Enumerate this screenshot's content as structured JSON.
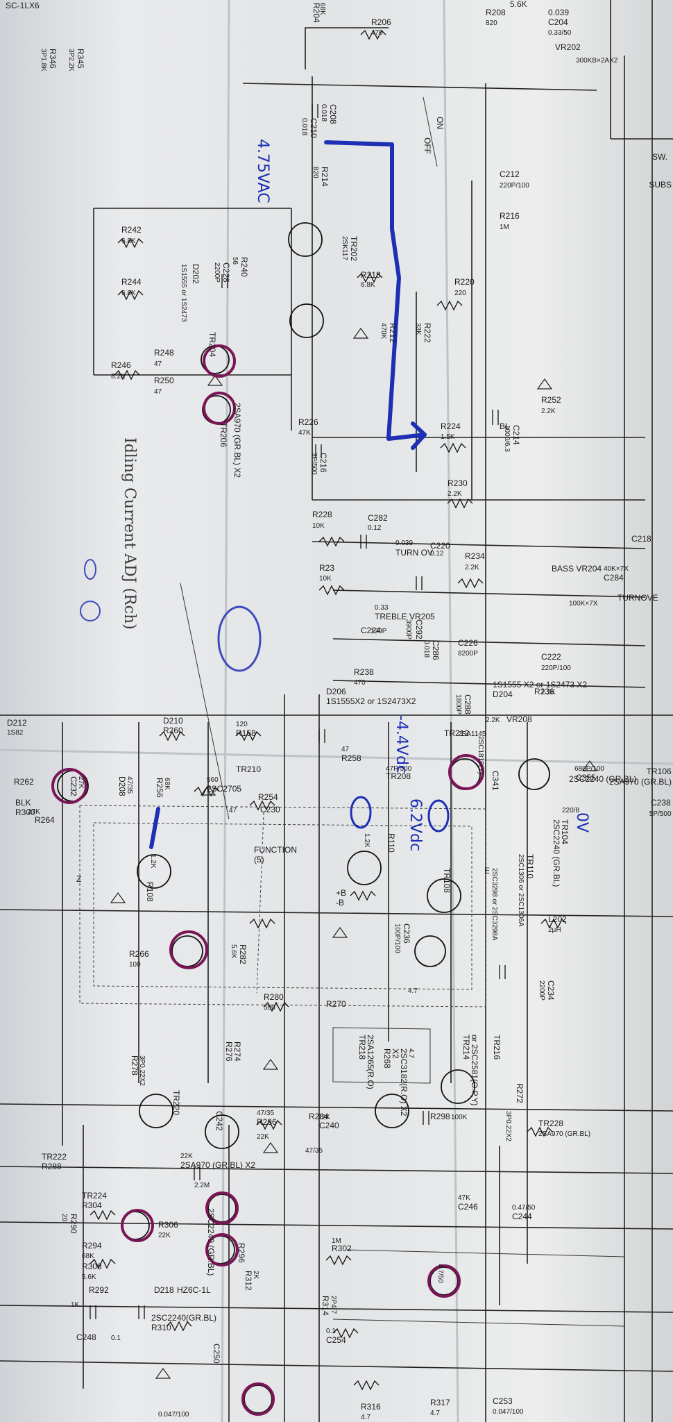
{
  "labels": [
    {
      "name": "part-sc-1lx6",
      "text": "SC-1LX6"
    },
    {
      "name": "part-r204",
      "text": "R204"
    },
    {
      "name": "part-r204-val",
      "text": "68K"
    },
    {
      "name": "part-r206",
      "text": "R206"
    },
    {
      "name": "part-r206-val",
      "text": "470"
    },
    {
      "name": "part-r208",
      "text": "R208"
    },
    {
      "name": "part-r208-val",
      "text": "820"
    },
    {
      "name": "part-56k",
      "text": "5.6K"
    },
    {
      "name": "part-0039",
      "text": "0.039"
    },
    {
      "name": "part-c204",
      "text": "C204"
    },
    {
      "name": "part-c204-val",
      "text": "0.33/50"
    },
    {
      "name": "part-vr202",
      "text": "VR202"
    },
    {
      "name": "part-vr202-val",
      "text": "300KB×2AX2"
    },
    {
      "name": "part-r345",
      "text": "R345"
    },
    {
      "name": "part-r345-val",
      "text": "3P2.2K"
    },
    {
      "name": "part-r346",
      "text": "R346"
    },
    {
      "name": "part-r346-val",
      "text": "3P1.8K"
    },
    {
      "name": "part-c208",
      "text": "C208"
    },
    {
      "name": "part-c208-val",
      "text": "0.018"
    },
    {
      "name": "part-c210",
      "text": "C210"
    },
    {
      "name": "part-c210-val",
      "text": "0.018"
    },
    {
      "name": "part-r214",
      "text": "R214"
    },
    {
      "name": "part-r214-val",
      "text": "820"
    },
    {
      "name": "part-on",
      "text": "ON"
    },
    {
      "name": "part-off",
      "text": "OFF"
    },
    {
      "name": "part-c212",
      "text": "C212"
    },
    {
      "name": "part-c212-val",
      "text": "220P/100"
    },
    {
      "name": "part-r216",
      "text": "R216"
    },
    {
      "name": "part-r216-val",
      "text": "1M"
    },
    {
      "name": "part-sw",
      "text": "SW."
    },
    {
      "name": "part-subs",
      "text": "SUBS"
    },
    {
      "name": "part-r242",
      "text": "R242"
    },
    {
      "name": "part-r242-val",
      "text": "6.8K"
    },
    {
      "name": "part-d202",
      "text": "D202"
    },
    {
      "name": "part-d202-val",
      "text": "1S1555 or 1S2473"
    },
    {
      "name": "part-r244",
      "text": "R244"
    },
    {
      "name": "part-r244-val",
      "text": "6.8K"
    },
    {
      "name": "part-r240",
      "text": "R240"
    },
    {
      "name": "part-r240-val",
      "text": "56"
    },
    {
      "name": "part-c228",
      "text": "C228"
    },
    {
      "name": "part-c228-val",
      "text": "2200P"
    },
    {
      "name": "part-tr202",
      "text": "TR202"
    },
    {
      "name": "part-tr202-val",
      "text": "2SK117"
    },
    {
      "name": "part-r218",
      "text": "R218"
    },
    {
      "name": "part-r218-val",
      "text": "6.8K"
    },
    {
      "name": "part-r220",
      "text": "R220"
    },
    {
      "name": "part-r220-val",
      "text": "220"
    },
    {
      "name": "part-r212",
      "text": "R212"
    },
    {
      "name": "part-r212-val",
      "text": "470K"
    },
    {
      "name": "part-r222",
      "text": "R222"
    },
    {
      "name": "part-r222-val",
      "text": "33K"
    },
    {
      "name": "part-r246",
      "text": "R246"
    },
    {
      "name": "part-r246-val",
      "text": "8.2K"
    },
    {
      "name": "part-r248",
      "text": "R248"
    },
    {
      "name": "part-r248-val",
      "text": "47"
    },
    {
      "name": "part-r250",
      "text": "R250"
    },
    {
      "name": "part-r250-val",
      "text": "47"
    },
    {
      "name": "part-tr204",
      "text": "TR204"
    },
    {
      "name": "part-tr206",
      "text": "TR206"
    },
    {
      "name": "part-2sa970",
      "text": "2SA970 (GR.BL) X2"
    },
    {
      "name": "part-r252",
      "text": "R252"
    },
    {
      "name": "part-r252-val",
      "text": "2.2K"
    },
    {
      "name": "part-r224",
      "text": "R224"
    },
    {
      "name": "part-r224-val",
      "text": "1.5K"
    },
    {
      "name": "part-bl",
      "text": "BL"
    },
    {
      "name": "part-c214",
      "text": "C214"
    },
    {
      "name": "part-c214-val",
      "text": "1000/6.3"
    },
    {
      "name": "part-r226",
      "text": "R226"
    },
    {
      "name": "part-r226-val",
      "text": "47K"
    },
    {
      "name": "part-c216",
      "text": "C216"
    },
    {
      "name": "part-c216-val",
      "text": "3P/500"
    },
    {
      "name": "part-r230",
      "text": "R230"
    },
    {
      "name": "part-r230-val",
      "text": "2.2K"
    },
    {
      "name": "part-r228",
      "text": "R228"
    },
    {
      "name": "part-r228-val",
      "text": "10K"
    },
    {
      "name": "part-c282",
      "text": "C282"
    },
    {
      "name": "part-c282-val",
      "text": "0.12"
    },
    {
      "name": "part-c218",
      "text": "C218"
    },
    {
      "name": "part-c218-val",
      "text": "0.039"
    },
    {
      "name": "part-turn-ov",
      "text": "TURN OV"
    },
    {
      "name": "part-r23",
      "text": "R23"
    },
    {
      "name": "part-r23-val",
      "text": "10K"
    },
    {
      "name": "part-c220",
      "text": "C220"
    },
    {
      "name": "part-c220-val",
      "text": "0.12"
    },
    {
      "name": "part-r234",
      "text": "R234"
    },
    {
      "name": "part-r234-val",
      "text": "2.2K"
    },
    {
      "name": "part-bass",
      "text": "BASS VR204"
    },
    {
      "name": "part-bass-val",
      "text": "40K×7X"
    },
    {
      "name": "part-c284",
      "text": "C284"
    },
    {
      "name": "part-c284-val",
      "text": "0.33"
    },
    {
      "name": "part-treble",
      "text": "TREBLE VR205"
    },
    {
      "name": "part-treble-val",
      "text": "100K×7X"
    },
    {
      "name": "part-turnove",
      "text": "TURNOVE"
    },
    {
      "name": "part-c222",
      "text": "C222"
    },
    {
      "name": "part-c222-val",
      "text": "220P/100"
    },
    {
      "name": "part-c292",
      "text": "C292"
    },
    {
      "name": "part-c292-val",
      "text": "3900P"
    },
    {
      "name": "part-c224",
      "text": "C224"
    },
    {
      "name": "part-c224-val",
      "text": "100P"
    },
    {
      "name": "part-c286",
      "text": "C286"
    },
    {
      "name": "part-c286-val",
      "text": "0.018"
    },
    {
      "name": "part-r238",
      "text": "R238"
    },
    {
      "name": "part-r238-val",
      "text": "470"
    },
    {
      "name": "part-c226",
      "text": "C226"
    },
    {
      "name": "part-c226-val",
      "text": "8200P"
    },
    {
      "name": "part-r236",
      "text": "R236"
    },
    {
      "name": "part-r236-val",
      "text": "2.2K"
    },
    {
      "name": "part-c288",
      "text": "C288"
    },
    {
      "name": "part-c288-val",
      "text": "1800P"
    },
    {
      "name": "part-1s1555-x2",
      "text": "1S1555 X2 or 1S2473 X2"
    },
    {
      "name": "part-d204",
      "text": "D204"
    },
    {
      "name": "part-d206",
      "text": "D206"
    },
    {
      "name": "part-1s1555x2",
      "text": "1S1555X2 or 1S2473X2"
    },
    {
      "name": "part-tr212",
      "text": "TR212"
    },
    {
      "name": "part-tr212-val",
      "text": "2SA1145"
    },
    {
      "name": "part-d212",
      "text": "D212"
    },
    {
      "name": "part-d212-val",
      "text": "1S82"
    },
    {
      "name": "part-r262",
      "text": "R262"
    },
    {
      "name": "part-r262-val",
      "text": "27K"
    },
    {
      "name": "part-r264",
      "text": "R264"
    },
    {
      "name": "part-r264-val",
      "text": "27K"
    },
    {
      "name": "part-c232",
      "text": "C232"
    },
    {
      "name": "part-c232-val",
      "text": "47/35"
    },
    {
      "name": "part-d208",
      "text": "D208"
    },
    {
      "name": "part-d210",
      "text": "D210"
    },
    {
      "name": "part-r260",
      "text": "R260"
    },
    {
      "name": "part-r260-val",
      "text": "120"
    },
    {
      "name": "part-r158",
      "text": "R158"
    },
    {
      "name": "part-r158-val",
      "text": "47"
    },
    {
      "name": "part-r258",
      "text": "R258"
    },
    {
      "name": "part-r258-val",
      "text": "2.2K"
    },
    {
      "name": "part-vr208",
      "text": "VR208"
    },
    {
      "name": "part-blk",
      "text": "BLK"
    },
    {
      "name": "part-r300",
      "text": "R300"
    },
    {
      "name": "part-r300-val",
      "text": "68K"
    },
    {
      "name": "part-r256",
      "text": "R256"
    },
    {
      "name": "part-r256-val",
      "text": "560"
    },
    {
      "name": "part-2sc2705",
      "text": "2SC2705"
    },
    {
      "name": "part-tr210",
      "text": "TR210"
    },
    {
      "name": "part-r254",
      "text": "R254"
    },
    {
      "name": "part-r254-val",
      "text": "47"
    },
    {
      "name": "part-c230",
      "text": "C230"
    },
    {
      "name": "part-c230-val",
      "text": "47P/500"
    },
    {
      "name": "part-tr208",
      "text": "TR208"
    },
    {
      "name": "part-tr208-val",
      "text": "2SC1815(Y)"
    },
    {
      "name": "part-c341",
      "text": "C341"
    },
    {
      "name": "part-c341-val",
      "text": "680P/100"
    },
    {
      "name": "part-c355",
      "text": "C355"
    },
    {
      "name": "part-c355-val",
      "text": "220/8"
    },
    {
      "name": "part-tr104",
      "text": "TR104"
    },
    {
      "name": "part-2sc2240",
      "text": "2SC2240 (GR.BL)"
    },
    {
      "name": "part-2sc2240-b",
      "text": "2SC2240 (GR.BL)"
    },
    {
      "name": "part-tr106",
      "text": "TR106"
    },
    {
      "name": "part-2sa970-b",
      "text": "2SA970 (GR.BL)"
    },
    {
      "name": "part-c238",
      "text": "C238"
    },
    {
      "name": "part-c238-val",
      "text": "5P/500"
    },
    {
      "name": "part-r108",
      "text": "R108"
    },
    {
      "name": "part-r108-val",
      "text": "1.2K"
    },
    {
      "name": "part-r110",
      "text": "R110"
    },
    {
      "name": "part-r110-val",
      "text": "1.2K"
    },
    {
      "name": "part-tr108",
      "text": "TR108"
    },
    {
      "name": "part-tr108-val",
      "text": "2SC3298 or 2SC3298A"
    },
    {
      "name": "part-tr110",
      "text": "TR110"
    },
    {
      "name": "part-tr110-val",
      "text": "2SC1306 or 2SC1306A"
    },
    {
      "name": "part-function",
      "text": "FUNCTION"
    },
    {
      "name": "part-function-5",
      "text": "(5)"
    },
    {
      "name": "part-plus-b",
      "text": "+B"
    },
    {
      "name": "part-minus-b",
      "text": "-B"
    },
    {
      "name": "part-r282",
      "text": "R282"
    },
    {
      "name": "part-r282-val",
      "text": "5.6K"
    },
    {
      "name": "part-c236",
      "text": "C236"
    },
    {
      "name": "part-c236-val",
      "text": "100P/100"
    },
    {
      "name": "part-r266",
      "text": "R266"
    },
    {
      "name": "part-r266-val",
      "text": "100"
    },
    {
      "name": "part-z",
      "text": "Z"
    },
    {
      "name": "part-e",
      "text": "E"
    },
    {
      "name": "part-l202",
      "text": "L202"
    },
    {
      "name": "part-l202-val",
      "text": "2μH"
    },
    {
      "name": "part-c234",
      "text": "C234"
    },
    {
      "name": "part-c234-val",
      "text": "2200P"
    },
    {
      "name": "part-r280",
      "text": "R280"
    },
    {
      "name": "part-r280-val",
      "text": "580"
    },
    {
      "name": "part-r270",
      "text": "R270"
    },
    {
      "name": "part-r270-val",
      "text": "4.7"
    },
    {
      "name": "part-2sa1265",
      "text": "2SA1265(R.O)"
    },
    {
      "name": "part-tr218",
      "text": "TR218"
    },
    {
      "name": "part-x2",
      "text": "X2"
    },
    {
      "name": "part-r268",
      "text": "R268"
    },
    {
      "name": "part-r268-val",
      "text": "4.7"
    },
    {
      "name": "part-2sc3182",
      "text": "2SC3182(R.O) X2"
    },
    {
      "name": "part-2sc2581",
      "text": "or 2SC2581(O.P.Y)"
    },
    {
      "name": "part-tr214",
      "text": "TR214"
    },
    {
      "name": "part-tr216",
      "text": "TR216"
    },
    {
      "name": "part-r272",
      "text": "R272"
    },
    {
      "name": "part-r272-val",
      "text": "3P0.22X2"
    },
    {
      "name": "part-r274",
      "text": "R274"
    },
    {
      "name": "part-r276",
      "text": "R276"
    },
    {
      "name": "part-r276-val",
      "text": "3P0.22X2"
    },
    {
      "name": "part-r278",
      "text": "R278"
    },
    {
      "name": "part-tr220",
      "text": "TR220"
    },
    {
      "name": "part-c242",
      "text": "C242"
    },
    {
      "name": "part-c242-val",
      "text": "47/35"
    },
    {
      "name": "part-r286",
      "text": "R286"
    },
    {
      "name": "part-r286-val",
      "text": "22K"
    },
    {
      "name": "part-r284",
      "text": "R284"
    },
    {
      "name": "part-r284-val",
      "text": "22K"
    },
    {
      "name": "part-c240",
      "text": "C240"
    },
    {
      "name": "part-c240-val",
      "text": "47/35"
    },
    {
      "name": "part-r298",
      "text": "R298"
    },
    {
      "name": "part-r298-val",
      "text": "100K"
    },
    {
      "name": "part-tr228",
      "text": "TR228"
    },
    {
      "name": "part-tr228-val",
      "text": "2SA970 (GR.BL)"
    },
    {
      "name": "part-tr222",
      "text": "TR222"
    },
    {
      "name": "part-r288",
      "text": "R288"
    },
    {
      "name": "part-r288-val",
      "text": "22K"
    },
    {
      "name": "part-2sa970-x2",
      "text": "2SA970 (GR.BL) X2"
    },
    {
      "name": "part-tr224",
      "text": "TR224"
    },
    {
      "name": "part-r304",
      "text": "R304"
    },
    {
      "name": "part-r304-val",
      "text": "20"
    },
    {
      "name": "part-r290",
      "text": "R290"
    },
    {
      "name": "part-r290-val",
      "text": "2.2M"
    },
    {
      "name": "part-r306",
      "text": "R306"
    },
    {
      "name": "part-r306-val",
      "text": "22K"
    },
    {
      "name": "part-2sc2240-c",
      "text": "2SC2240 (GR.BL)"
    },
    {
      "name": "part-r296",
      "text": "R296"
    },
    {
      "name": "part-r296-val",
      "text": "1M"
    },
    {
      "name": "part-r302",
      "text": "R302"
    },
    {
      "name": "part-r302-val",
      "text": "47K"
    },
    {
      "name": "part-c246",
      "text": "C246"
    },
    {
      "name": "part-c246-val",
      "text": "0.47/50"
    },
    {
      "name": "part-c244",
      "text": "C244"
    },
    {
      "name": "part-c244-val",
      "text": "4.7/50"
    },
    {
      "name": "part-r294",
      "text": "R294"
    },
    {
      "name": "part-r294-val",
      "text": "68K"
    },
    {
      "name": "part-r308",
      "text": "R308"
    },
    {
      "name": "part-r308-val",
      "text": "5.6K"
    },
    {
      "name": "part-r292",
      "text": "R292"
    },
    {
      "name": "part-r292-val",
      "text": "1K"
    },
    {
      "name": "part-d218",
      "text": "D218"
    },
    {
      "name": "part-hz6c",
      "text": "HZ6C-1L"
    },
    {
      "name": "part-2sc2240-d",
      "text": "2SC2240(GR.BL)"
    },
    {
      "name": "part-r310",
      "text": "R310"
    },
    {
      "name": "part-r310-val",
      "text": "2K"
    },
    {
      "name": "part-r312",
      "text": "R312"
    },
    {
      "name": "part-r314",
      "text": "R314"
    },
    {
      "name": "part-r314-val",
      "text": "2P4.7"
    },
    {
      "name": "part-c248",
      "text": "C248"
    },
    {
      "name": "part-c248-val",
      "text": "0.1"
    },
    {
      "name": "part-c250",
      "text": "C250"
    },
    {
      "name": "part-c250-val",
      "text": "0.1"
    },
    {
      "name": "part-c254",
      "text": "C254"
    },
    {
      "name": "part-c254-val",
      "text": "0.047/100"
    },
    {
      "name": "part-r316",
      "text": "R316"
    },
    {
      "name": "part-r316-val",
      "text": "4.7"
    },
    {
      "name": "part-r317",
      "text": "R317"
    },
    {
      "name": "part-r317-val",
      "text": "4.7"
    },
    {
      "name": "part-c253",
      "text": "C253"
    },
    {
      "name": "part-c253-val",
      "text": "0.047/100"
    }
  ],
  "annotations": {
    "idling_current": "Idling Current ADJ (Rch)"
  },
  "handwritten": {
    "voltage_top": "4.75VAC",
    "voltage_mid": "-4.4Vdc",
    "voltage_low": "6.2Vdc",
    "zero_v": "0V"
  },
  "colors": {
    "paper": "#e6e7e9",
    "ink_lines": "#222222",
    "blue_marker": "#1d2fb5",
    "magenta_marker": "#7a1556"
  }
}
